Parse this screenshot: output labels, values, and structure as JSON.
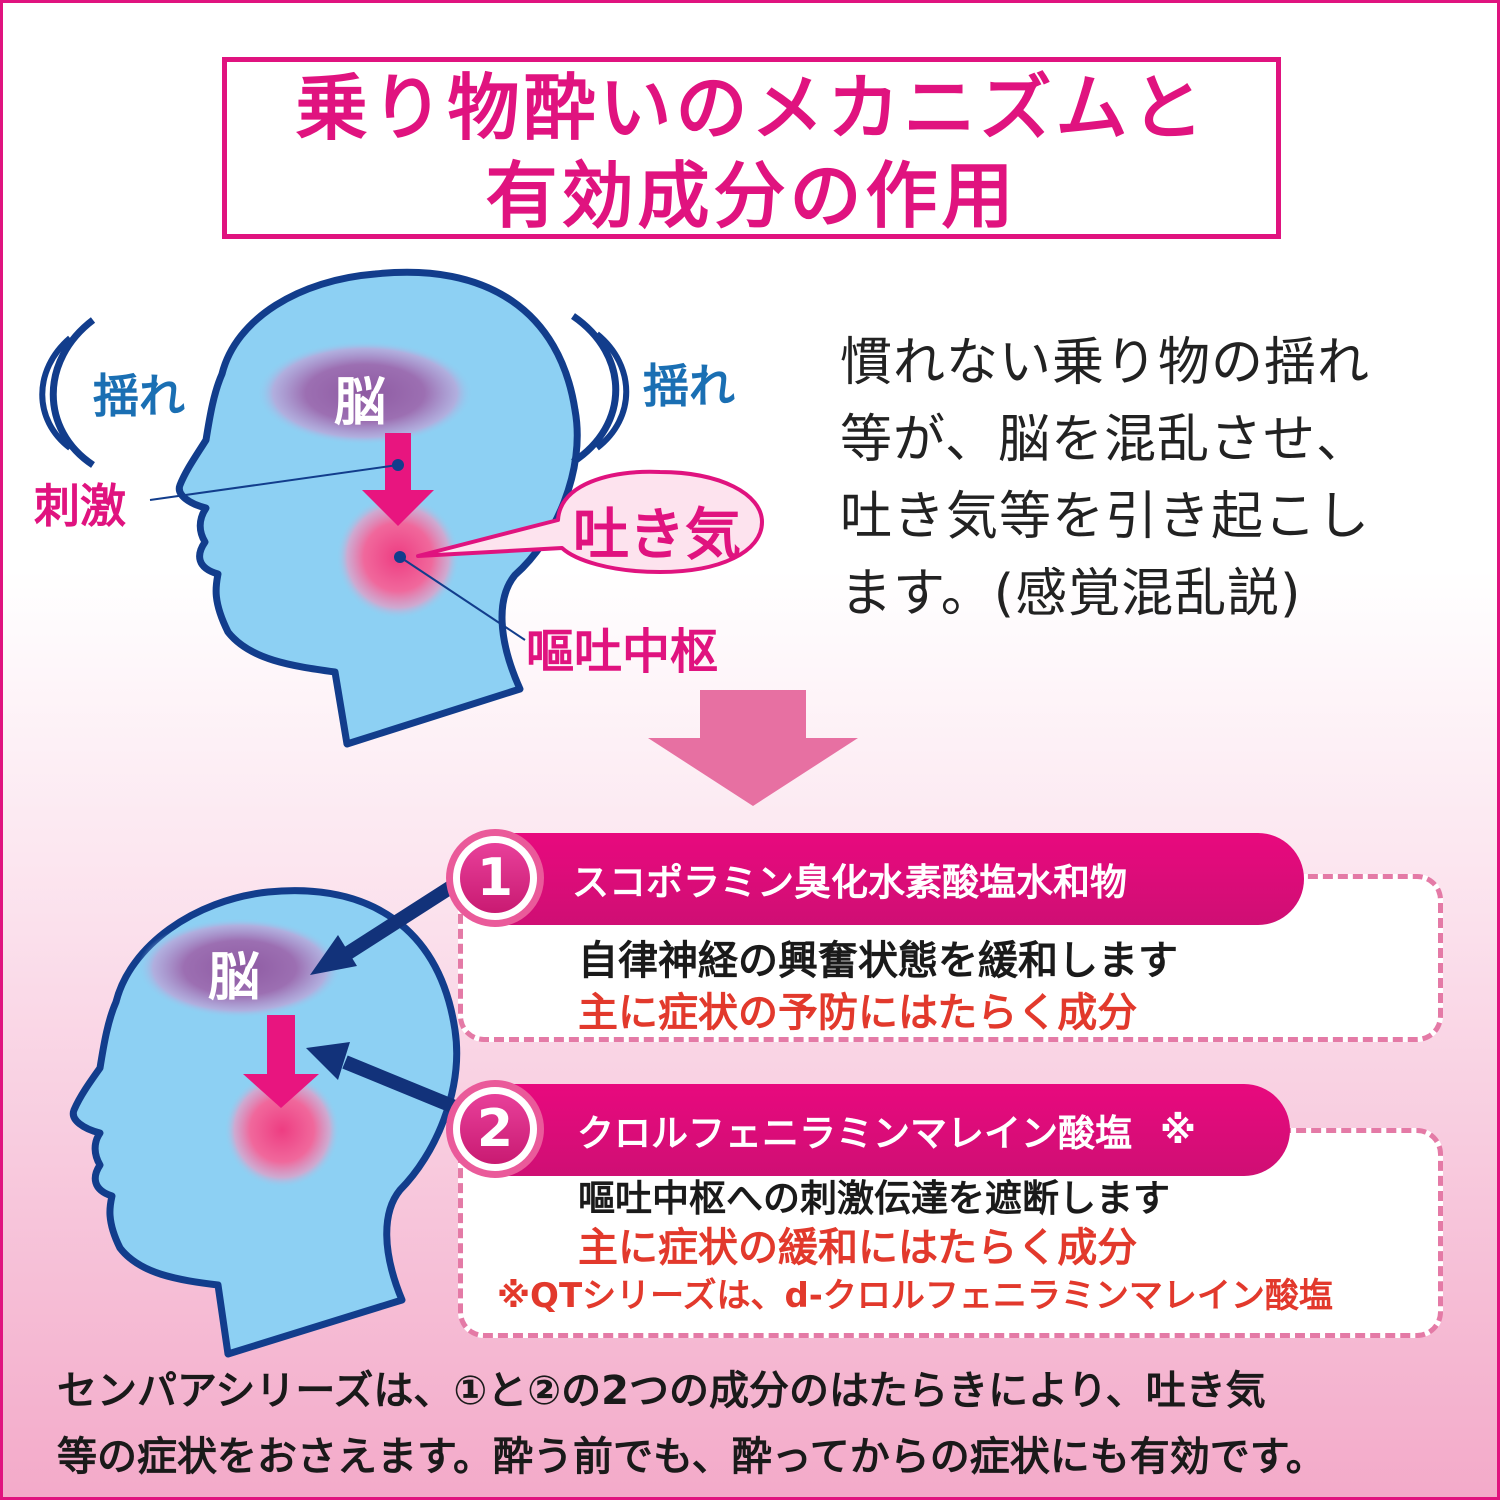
{
  "title": {
    "line1": "乗り物酔いのメカニズムと",
    "line2": "有効成分の作用"
  },
  "top_diagram": {
    "brain": "脳",
    "sway_left": "揺れ",
    "sway_right": "揺れ",
    "stimulus": "刺激",
    "nausea": "吐き気",
    "vomiting_center": "嘔吐中枢"
  },
  "description": [
    "慣れない乗り物の揺れ",
    "等が、脳を混乱させ、",
    "吐き気等を引き起こし",
    "ます。(感覚混乱説)"
  ],
  "bottom_diagram": {
    "brain": "脳"
  },
  "ingredients": [
    {
      "number": "1",
      "name": "スコポラミン臭化水素酸塩水和物",
      "effect": "自律神経の興奮状態を緩和します",
      "role": "主に症状の予防にはたらく成分"
    },
    {
      "number": "2",
      "name": "クロルフェニラミンマレイン酸塩",
      "mark": "※",
      "effect": "嘔吐中枢への刺激伝達を遮断します",
      "role": "主に症状の緩和にはたらく成分",
      "note": "※QTシリーズは、d-クロルフェニラミンマレイン酸塩"
    }
  ],
  "summary": [
    "センパアシリーズは、①と②の2つの成分のはたらきにより、吐き気",
    "等の症状をおさえます。酔う前でも、酔ってからの症状にも有効です。"
  ],
  "colors": {
    "accent": "#e0137f",
    "head_fill": "#8dd0f3",
    "head_stroke": "#123d8c",
    "brain": "#9a6aa8",
    "arrow": "#e8157f",
    "red_text": "#e2392c"
  }
}
